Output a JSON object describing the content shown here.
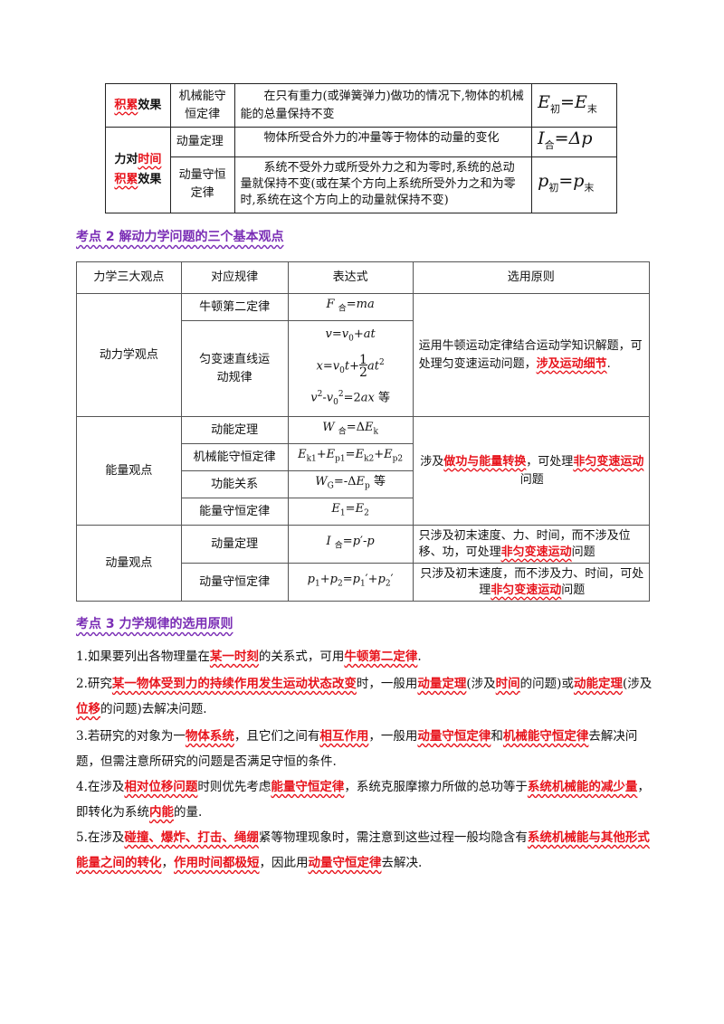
{
  "table1": {
    "row1": {
      "category_red": "积累",
      "category_rest": "效果",
      "law": "机械能守恒定律",
      "desc": "在只有重力(或弹簧弹力)做功的情况下,物体的机械能的总量保持不变",
      "formula_main": "E",
      "formula_sub1": "初",
      "formula_eq": "=E",
      "formula_sub2": "末"
    },
    "group2": {
      "cat_part1": "力对",
      "cat_part2_red": "时间",
      "cat_part3_red": "积累",
      "cat_part4": "效果"
    },
    "row2": {
      "law": "动量定理",
      "desc": "物体所受合外力的冲量等于物体的动量的变化",
      "formula_main": "I",
      "formula_sub": "合",
      "formula_rest": "=Δp"
    },
    "row3": {
      "law": "动量守恒定律",
      "desc": "系统不受外力或所受外力之和为零时,系统的总动量就保持不变(或在某个方向上系统所受外力之和为零时,系统在这个方向上的动量就保持不变)",
      "formula_main": "p",
      "formula_sub1": "初",
      "formula_eq": "=p",
      "formula_sub2": "末"
    }
  },
  "section2_title": "考点 2  解动力学问题的三个基本观点",
  "table2": {
    "headers": [
      "力学三大观点",
      "对应规律",
      "表达式",
      "选用原则"
    ],
    "dynamics": {
      "view": "动力学观点",
      "law1": "牛顿第二定律",
      "law2": "匀变速直线运动规律",
      "principle_text": "运用牛顿运动定律结合运动学知识解题，可处理匀变速运动问题，",
      "principle_red": "涉及运动细节",
      "principle_end": "."
    },
    "energy": {
      "view": "能量观点",
      "law1": "动能定理",
      "law2": "机械能守恒定律",
      "law3": "功能关系",
      "law4": "能量守恒定律",
      "principle_pre": "涉及",
      "principle_red1": "做功与能量转换",
      "principle_mid": "，可处理",
      "principle_red2": "非匀变速运动",
      "principle_end": "问题"
    },
    "momentum": {
      "view": "动量观点",
      "law1": "动量定理",
      "law2": "动量守恒定律",
      "principle1_pre": "只涉及初末速度、力、时间，而不涉及位移、功，可处理",
      "principle1_red": "非匀变速运动",
      "principle1_end": "问题",
      "principle2_pre": "只涉及初末速度，而不涉及力、时间，可处理",
      "principle2_red": "非匀变速运动",
      "principle2_end": "问题"
    },
    "eq_word": "等"
  },
  "section3_title": "考点 3  力学规律的选用原则",
  "paragraphs": {
    "p1": {
      "a": "1.如果要列出各物理量在",
      "b": "某一时刻",
      "c": "的关系式，可用",
      "d": "牛顿第二定律",
      "e": "."
    },
    "p2": {
      "a": "2.研究",
      "b": "某一物体受到力的持续作用发生运动状态改变",
      "c": "时，一般用",
      "d": "动量定理",
      "e": "(涉及",
      "f": "时间",
      "g": "的问题)或",
      "h": "动能定理",
      "i": "(涉及",
      "j": "位移",
      "k": "的问题)去解决问题."
    },
    "p3": {
      "a": "3.若研究的对象为一",
      "b": "物体系统",
      "c": "，且它们之间有",
      "d": "相互作用",
      "e": "，一般用",
      "f": "动量守恒定律",
      "g": "和",
      "h": "机械能守恒定律",
      "i": "去解决问题，但需注意所研究的问题是否满足守恒的条件."
    },
    "p4": {
      "a": "4.在涉及",
      "b": "相对位移问题",
      "c": "时则优先考虑",
      "d": "能量守恒定律",
      "e": "，系统克服摩擦力所做的总功等于",
      "f": "系统机械能的减少量",
      "g": "，即转化为系统",
      "h": "内能",
      "i": "的量."
    },
    "p5": {
      "a": "5.在涉及",
      "b": "碰撞、爆炸、打击、绳绷",
      "c": "紧等物理现象时，需注意到这些过程一般均隐含有",
      "d": "系统机械能与其他形式能量之间的转化",
      "e": "，",
      "f": "作用时间都极短",
      "g": "，因此用",
      "h": "动量守恒定律",
      "i": "去解决."
    }
  }
}
